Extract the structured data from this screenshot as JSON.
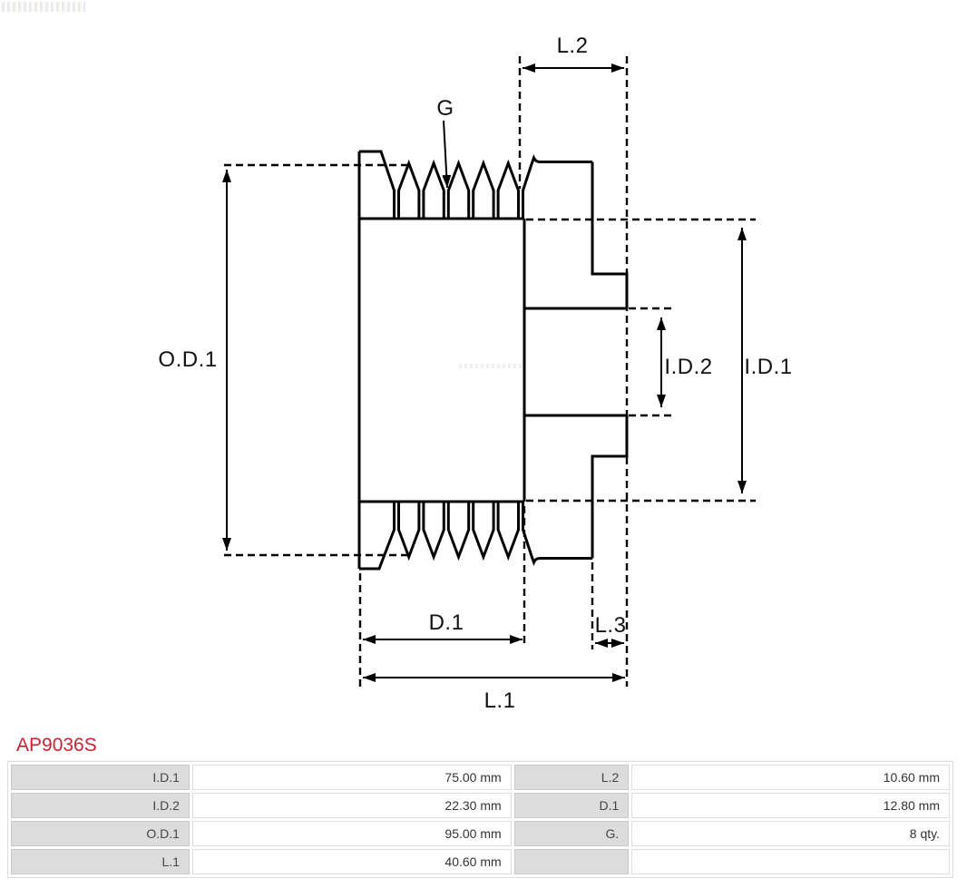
{
  "part": {
    "number": "AP9036S"
  },
  "drawing": {
    "labels": {
      "g": "G",
      "l2": "L.2",
      "od1": "O.D.1",
      "id2": "I.D.2",
      "id1": "I.D.1",
      "d1": "D.1",
      "l3": "L.3",
      "l1": "L.1"
    }
  },
  "table": {
    "rows": [
      {
        "c1": "I.D.1",
        "c2": "75.00 mm",
        "c3": "L.2",
        "c4": "10.60 mm"
      },
      {
        "c1": "I.D.2",
        "c2": "22.30 mm",
        "c3": "D.1",
        "c4": "12.80 mm"
      },
      {
        "c1": "O.D.1",
        "c2": "95.00 mm",
        "c3": "G.",
        "c4": "8 qty."
      },
      {
        "c1": "L.1",
        "c2": "40.60 mm",
        "c3": "",
        "c4": ""
      }
    ]
  },
  "colors": {
    "accent": "#cc2231",
    "line": "#000000",
    "label_cell_bg": "#dcdcdc"
  }
}
